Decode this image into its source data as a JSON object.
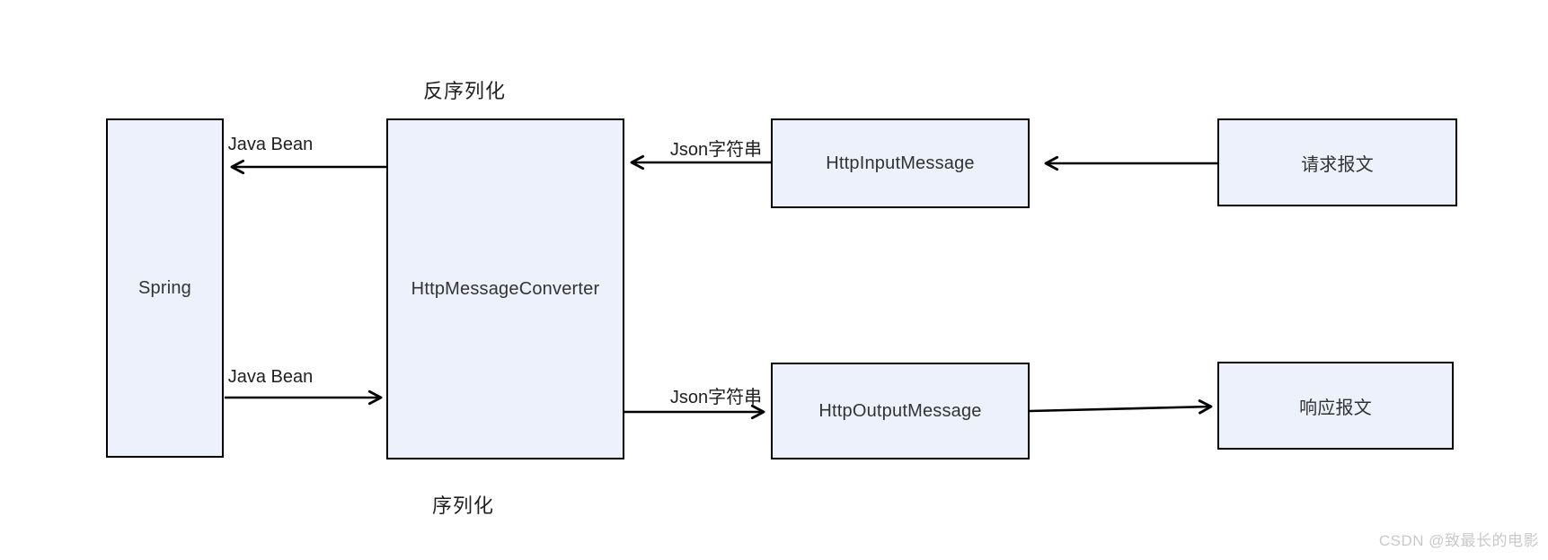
{
  "diagram": {
    "annotations": {
      "deserialize_label": "反序列化",
      "serialize_label": "序列化"
    },
    "nodes": [
      {
        "id": "spring",
        "label": "Spring"
      },
      {
        "id": "http-message-converter",
        "label": "HttpMessageConverter"
      },
      {
        "id": "http-input-message",
        "label": "HttpInputMessage"
      },
      {
        "id": "http-output-message",
        "label": "HttpOutputMessage"
      },
      {
        "id": "request-message",
        "label": "请求报文"
      },
      {
        "id": "response-message",
        "label": "响应报文"
      }
    ],
    "edges": [
      {
        "from": "http-message-converter",
        "to": "spring",
        "label": "Java Bean",
        "direction": "left"
      },
      {
        "from": "spring",
        "to": "http-message-converter",
        "label": "Java Bean",
        "direction": "right"
      },
      {
        "from": "http-input-message",
        "to": "http-message-converter",
        "label": "Json字符串",
        "direction": "left"
      },
      {
        "from": "http-message-converter",
        "to": "http-output-message",
        "label": "Json字符串",
        "direction": "right"
      },
      {
        "from": "request-message",
        "to": "http-input-message",
        "direction": "left"
      },
      {
        "from": "http-output-message",
        "to": "response-message",
        "direction": "right"
      }
    ],
    "colors": {
      "node_fill": "#edf1fb",
      "node_border": "#000000",
      "node_text": "#333333",
      "label_text": "#1f1f1f",
      "arrow": "#000000",
      "background": "#ffffff"
    }
  },
  "watermark": {
    "text": "CSDN @致最长的电影",
    "color": "#c9c9c9"
  }
}
